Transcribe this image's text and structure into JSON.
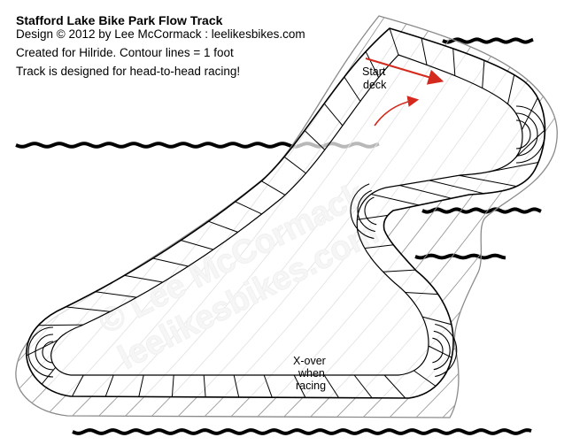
{
  "header": {
    "title": "Stafford Lake Bike Park Flow Track",
    "design": "Design © 2012 by Lee McCormack : leelikesbikes.com",
    "created": "Created for Hilride. Contour lines = 1 foot",
    "head_to_head": "Track is designed for head-to-head racing!"
  },
  "labels": {
    "start_line1": "Start",
    "start_line2": "deck",
    "xover_line1": "X-over",
    "xover_line2": "when",
    "xover_line3": "racing"
  },
  "watermark": {
    "line1": "© Lee McCormack",
    "line2": "leelikesbikes.com"
  },
  "colors": {
    "ink": "#000000",
    "contour": "#9a9a9a",
    "arrow": "#d42a1e",
    "watermark": "#dedede"
  }
}
